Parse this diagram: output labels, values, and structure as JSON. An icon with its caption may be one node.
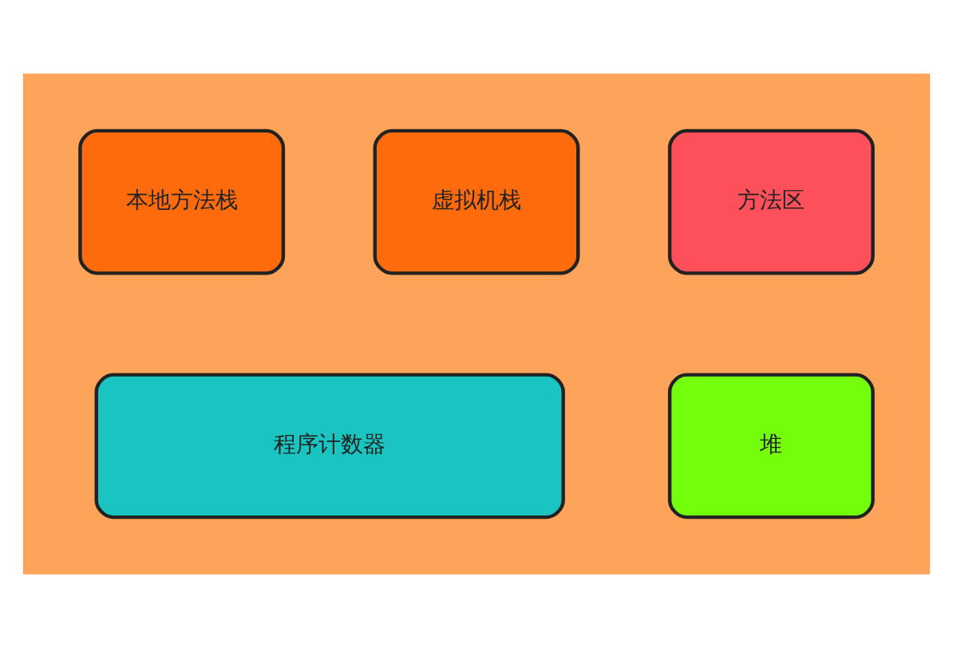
{
  "diagram": {
    "nodes": [
      {
        "text": [],
        "shape": "box"
      },
      {
        "text": [
          "方法区"
        ],
        "in": 0
      },
      {
        "text": [
          "虚拟机栈"
        ],
        "in": 0
      },
      {
        "text": [
          "本地方法栈"
        ],
        "in": 0
      },
      {
        "text": [
          "堆"
        ],
        "in": 0
      },
      {
        "text": [
          "程序计数器"
        ],
        "in": 0
      }
    ],
    "edges": []
  }
}
